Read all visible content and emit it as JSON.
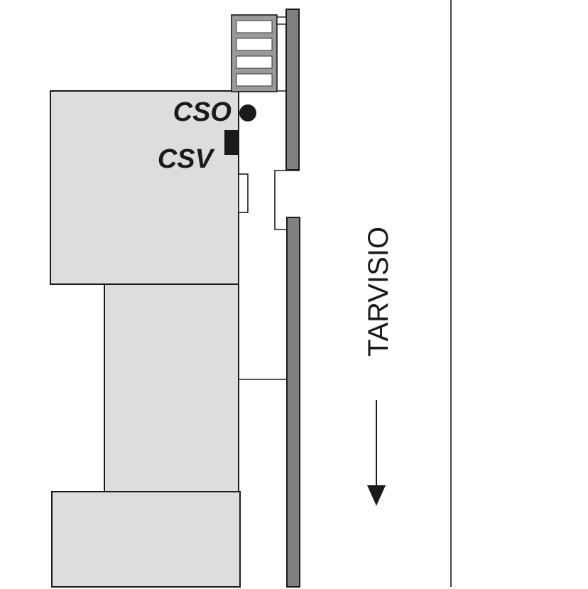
{
  "labels": {
    "cso": "CSO",
    "csv": "CSV"
  },
  "direction": {
    "text": "TARVISIO",
    "arrow": "arrow-down"
  },
  "colors": {
    "building_fill": "#dcdddd",
    "wall_fill": "#808080",
    "ladder_fill": "#9a9a9a",
    "ink": "#1a1a1a"
  }
}
